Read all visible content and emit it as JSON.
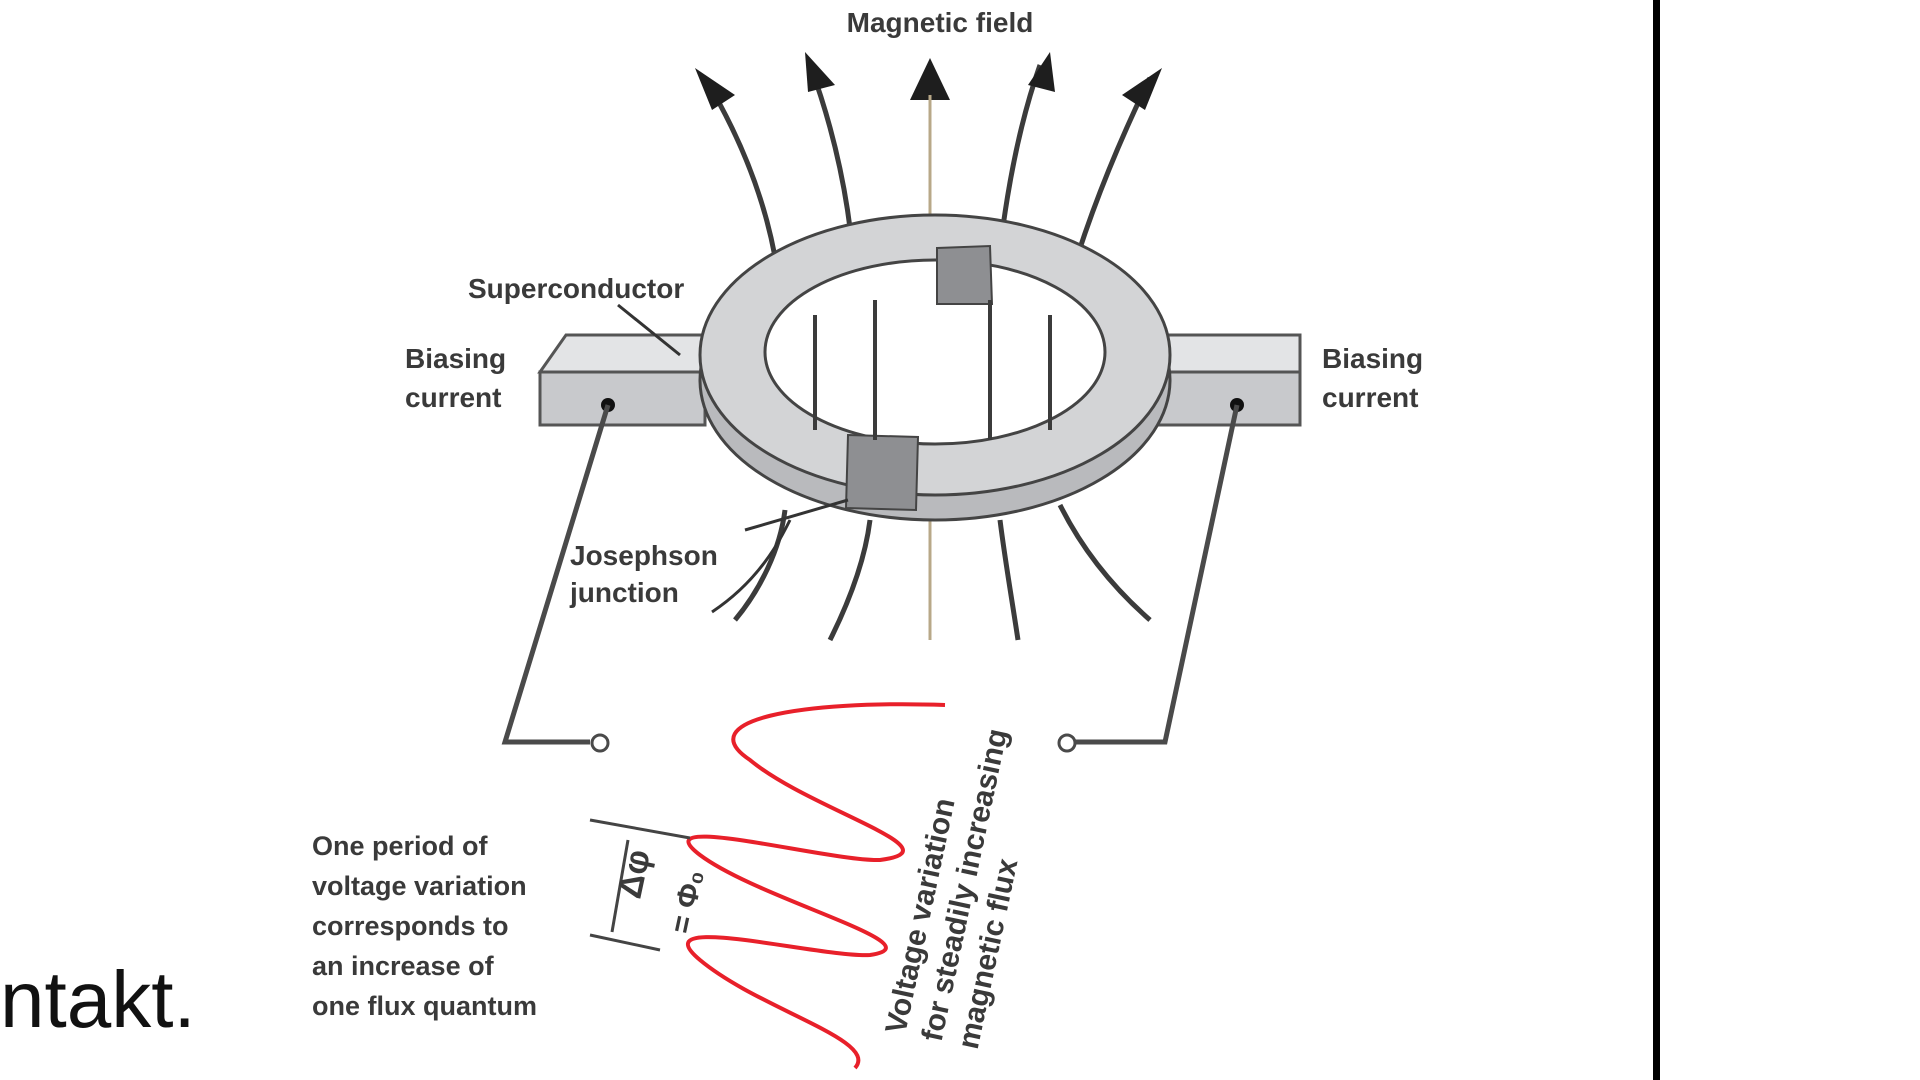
{
  "labels": {
    "magnetic_field": "Magnetic field",
    "superconductor": "Superconductor",
    "biasing_left_1": "Biasing",
    "biasing_left_2": "current",
    "biasing_right_1": "Biasing",
    "biasing_right_2": "current",
    "junction_1": "Josephson",
    "junction_2": "junction",
    "period_lines": [
      "One period of",
      "voltage variation",
      "corresponds to",
      "an increase of",
      "one flux quantum"
    ],
    "delta_phi": "Δφ",
    "phi_zero": "= Φ₀",
    "voltage_lines": [
      "Voltage variation",
      "for steadily increasing",
      "magnetic flux"
    ]
  },
  "edge_text": "ntakt.",
  "colors": {
    "ring_fill": "#cfd0d2",
    "ring_side": "#b9babd",
    "junction": "#8e8f92",
    "field_line": "#3b3b3b",
    "axis": "#b8a888",
    "wave": "#e8202a",
    "divider": "#000000"
  }
}
